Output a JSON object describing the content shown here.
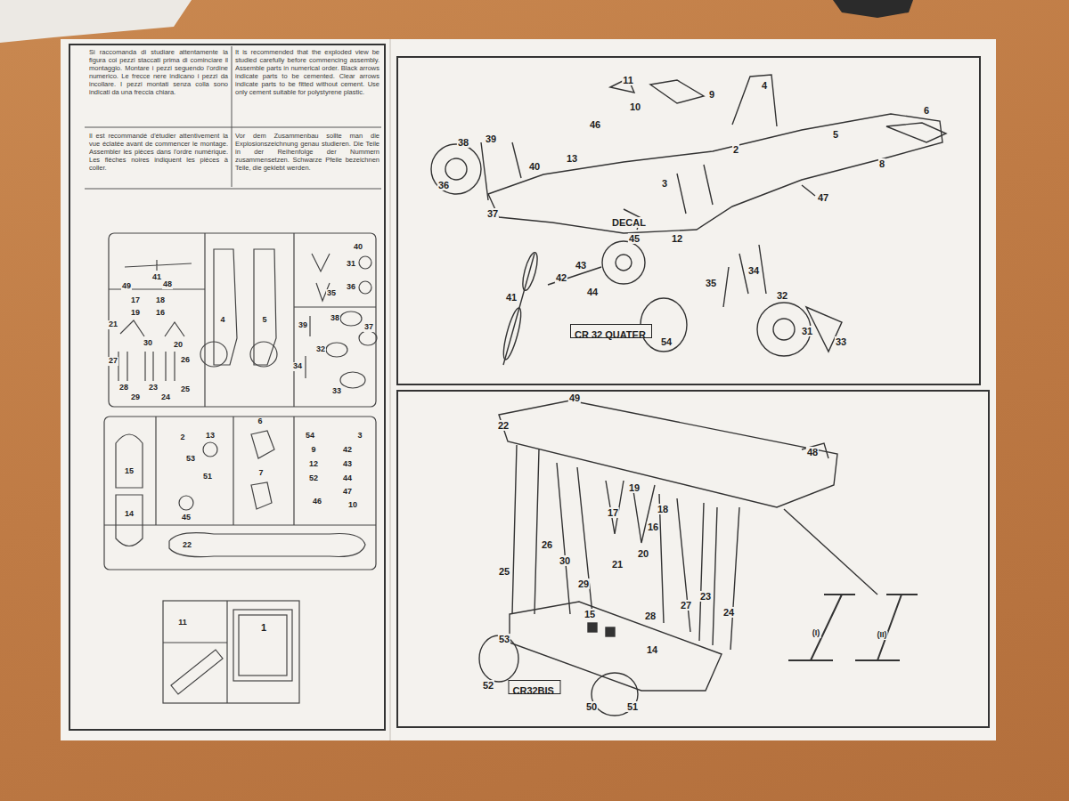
{
  "diagram": {
    "nodes": [
      {
        "text": [
          "CR 32 QUATER"
        ]
      },
      {
        "text": [
          "CR32BIS"
        ]
      }
    ],
    "labels": [
      "Si raccomanda di studiare attentamente la figura coi pezzi staccati prima di cominciare il montaggio. Montare i pezzi seguendo l'ordine numerico. Le frecce nere indicano i pezzi da incollare. I pezzi montati senza colla sono indicati da una freccia chiara.",
      "It is recommended that the exploded view be studied carefully before commencing assembly. Assemble parts in numerical order. Black arrows indicate parts to be cemented. Clear arrows indicate parts to be fitted without cement. Use only cement suitable for polystyrene plastic.",
      "Il est recommandé d'étudier attentivement la vue éclatée avant de commencer le montage. Assembler les pièces dans l'ordre numérique. Les flèches noires indiquent les pièces à coller.",
      "Vor dem Zusammenbau sollte man die Explosionszeichnung genau studieren. Die Teile in der Reihenfolge der Nummern zusammensetzen. Schwarze Pfeile bezeichnen Teile, die geklebt werden.",
      "11",
      "9",
      "4",
      "46",
      "10",
      "38",
      "39",
      "40",
      "13",
      "36",
      "37",
      "3",
      "2",
      "5",
      "6",
      "8",
      "47",
      "DECAL",
      "12",
      "42",
      "43",
      "44",
      "45",
      "41",
      "35",
      "34",
      "32",
      "31",
      "33",
      "54",
      "49",
      "22",
      "48",
      "19",
      "18",
      "17",
      "16",
      "21",
      "20",
      "25",
      "26",
      "30",
      "29",
      "28",
      "27",
      "23",
      "24",
      "15",
      "14",
      "53",
      "52",
      "50",
      "51",
      "(I)",
      "(II)",
      "41",
      "40",
      "31",
      "49",
      "48",
      "17",
      "18",
      "19",
      "16",
      "20",
      "21",
      "30",
      "27",
      "28",
      "29",
      "23",
      "24",
      "25",
      "26",
      "4",
      "5",
      "35",
      "36",
      "39",
      "38",
      "32",
      "37",
      "34",
      "33",
      "15",
      "14",
      "2",
      "13",
      "6",
      "53",
      "51",
      "45",
      "7",
      "22",
      "54",
      "9",
      "42",
      "12",
      "43",
      "52",
      "44",
      "47",
      "46",
      "10",
      "3",
      "11",
      "1"
    ]
  }
}
